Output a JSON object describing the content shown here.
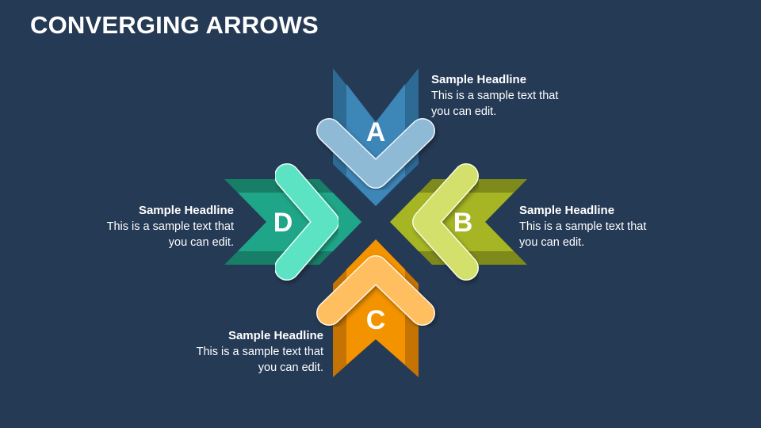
{
  "title": "CONVERGING ARROWS",
  "colors": {
    "background": "#253a55",
    "a": {
      "main": "#3d86b8",
      "dark": "#2d6a94",
      "chevron": "#8fbad6"
    },
    "b": {
      "main": "#a5b523",
      "dark": "#7e8a1a",
      "chevron": "#d3e06b"
    },
    "c": {
      "main": "#f49300",
      "dark": "#c57303",
      "chevron": "#ffbe5f"
    },
    "d": {
      "main": "#1fa587",
      "dark": "#177e67",
      "chevron": "#5ce3c3"
    }
  },
  "items": {
    "a": {
      "letter": "A",
      "headline": "Sample Headline",
      "text": "This is a sample text that you can edit."
    },
    "b": {
      "letter": "B",
      "headline": "Sample Headline",
      "text": "This is a sample text that you can edit."
    },
    "c": {
      "letter": "C",
      "headline": "Sample Headline",
      "text": "This is a sample text that you can edit."
    },
    "d": {
      "letter": "D",
      "headline": "Sample Headline",
      "text": "This is a sample text that you can edit."
    }
  }
}
